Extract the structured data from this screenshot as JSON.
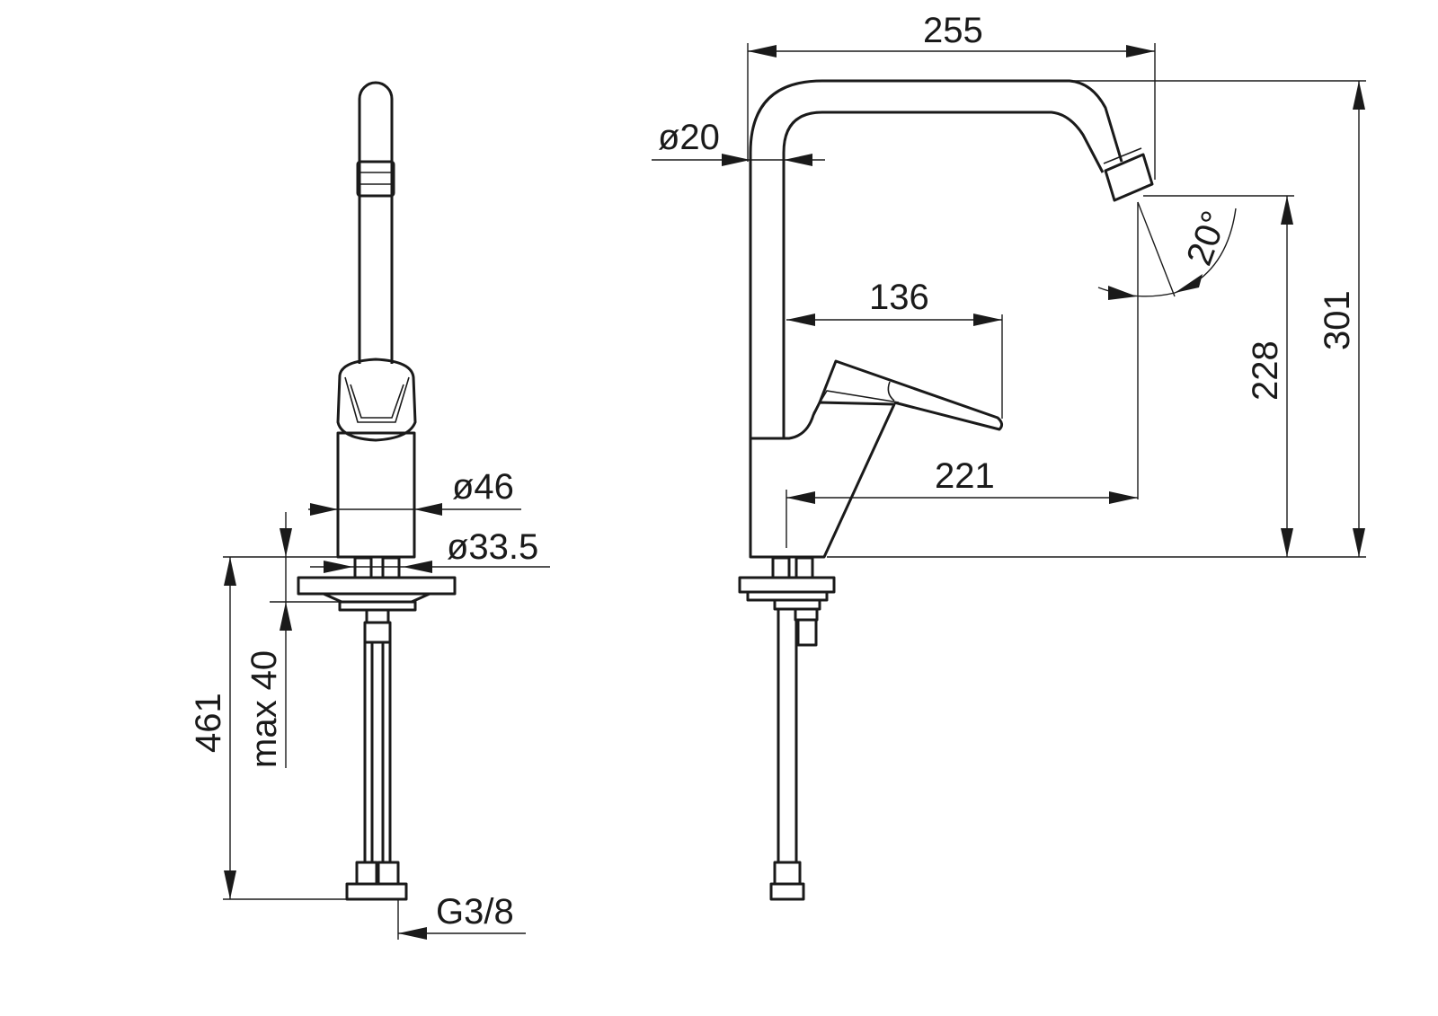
{
  "drawing": {
    "front_view": {
      "dimensions": {
        "body_diameter": "ø46",
        "shank_diameter": "ø33.5",
        "max_deck_thickness": "max 40",
        "total_height_below": "461",
        "connection_thread": "G3/8"
      }
    },
    "side_view": {
      "dimensions": {
        "spout_reach": "255",
        "spout_tube_diameter": "ø20",
        "spout_angle": "20°",
        "lever_reach": "136",
        "outlet_reach": "221",
        "outlet_height": "228",
        "total_height": "301"
      }
    }
  }
}
